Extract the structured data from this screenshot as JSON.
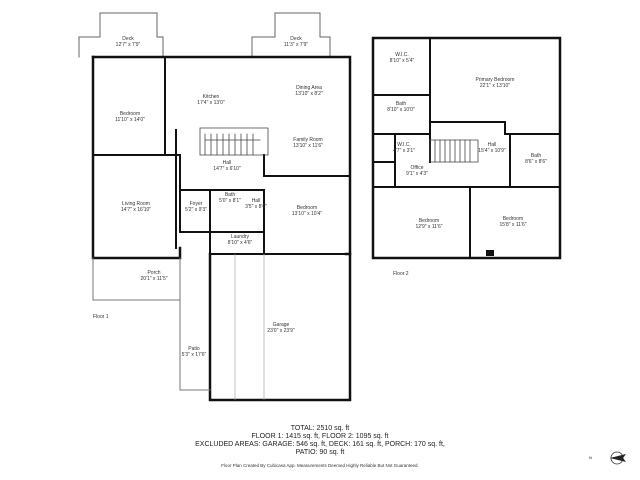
{
  "rooms": {
    "deck_left": {
      "name": "Deck",
      "dims": "12'7\" x 7'9\""
    },
    "deck_right": {
      "name": "Deck",
      "dims": "11'3\" x 7'9\""
    },
    "kitchen": {
      "name": "Kitchen",
      "dims": "17'4\" x 13'0\""
    },
    "dining": {
      "name": "Dining Area",
      "dims": "13'10\" x 8'2\""
    },
    "bedroom1": {
      "name": "Bedroom",
      "dims": "11'10\" x 14'0\""
    },
    "family": {
      "name": "Family Room",
      "dims": "13'10\" x 11'6\""
    },
    "hall1": {
      "name": "Hall",
      "dims": "14'7\" x 6'10\""
    },
    "living": {
      "name": "Living Room",
      "dims": "14'7\" x 16'10\""
    },
    "foyer": {
      "name": "Foyer",
      "dims": "5'2\" x 9'3\""
    },
    "bath1": {
      "name": "Bath",
      "dims": "5'0\" x 8'1\""
    },
    "hall2": {
      "name": "Hall",
      "dims": "3'5\" x 8'6\""
    },
    "bedroom2": {
      "name": "Bedroom",
      "dims": "13'10\" x 10'4\""
    },
    "laundry": {
      "name": "Laundry",
      "dims": "8'10\" x 4'6\""
    },
    "porch": {
      "name": "Porch",
      "dims": "20'1\" x 11'5\""
    },
    "garage": {
      "name": "Garage",
      "dims": "23'0\" x 23'9\""
    },
    "patio": {
      "name": "Patio",
      "dims": "5'3\" x 17'6\""
    },
    "wic1": {
      "name": "W.I.C.",
      "dims": "8'10\" x 5'4\""
    },
    "primary": {
      "name": "Primary Bedroom",
      "dims": "22'1\" x 13'10\""
    },
    "bath2": {
      "name": "Bath",
      "dims": "8'10\" x 10'0\""
    },
    "wic2": {
      "name": "W.I.C.",
      "dims": "4'7\" x 3'1\""
    },
    "hall3": {
      "name": "Hall",
      "dims": "15'4\" x 10'9\""
    },
    "office": {
      "name": "Office",
      "dims": "9'1\" x 4'3\""
    },
    "bath3": {
      "name": "Bath",
      "dims": "8'6\" x 8'6\""
    },
    "bedroom3": {
      "name": "Bedroom",
      "dims": "12'9\" x 11'6\""
    },
    "bedroom4": {
      "name": "Bedroom",
      "dims": "15'8\" x 11'6\""
    }
  },
  "floors": {
    "floor1": "Floor 1",
    "floor2": "Floor 2"
  },
  "summary": {
    "line1": "TOTAL: 2510 sq. ft",
    "line2": "FLOOR 1: 1415 sq. ft, FLOOR 2: 1095 sq. ft",
    "line3": "EXCLUDED AREAS: GARAGE: 546 sq. ft, DECK: 161 sq. ft, PORCH: 170 sq. ft,",
    "line4": "PATIO: 90 sq. ft"
  },
  "disclaimer": "Floor Plan Created By Cubicasa App. Measurements Deemed Highly Reliable But Not Guaranteed.",
  "compass": {
    "label": "N"
  },
  "colors": {
    "wall": "#111111",
    "thin_wall": "#666666",
    "background": "#ffffff"
  }
}
